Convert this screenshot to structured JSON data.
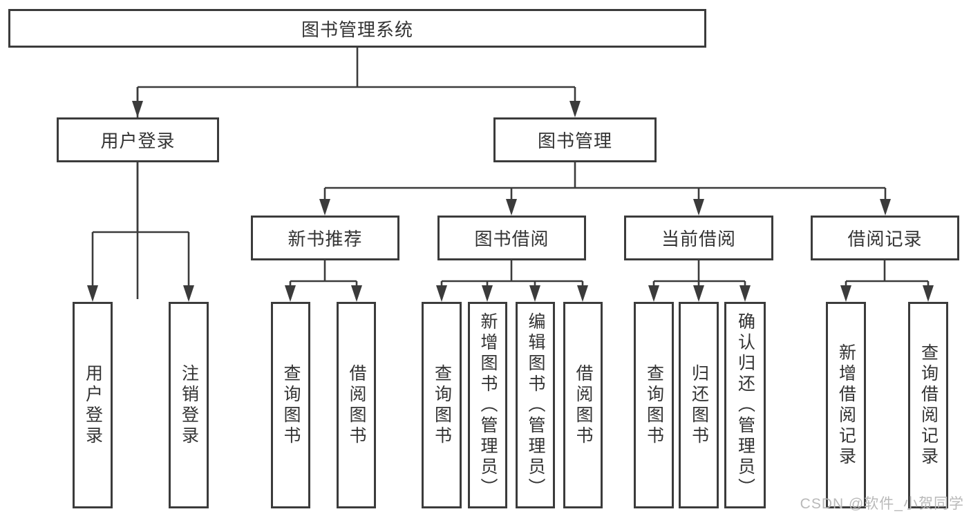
{
  "tree": {
    "label": "图书管理系统",
    "children": [
      {
        "label": "用户登录",
        "children": [
          {
            "label": "用户登录"
          },
          {
            "label": "注销登录"
          }
        ]
      },
      {
        "label": "图书管理",
        "children": [
          {
            "label": "新书推荐",
            "children": [
              {
                "label": "查询图书"
              },
              {
                "label": "借阅图书"
              }
            ]
          },
          {
            "label": "图书借阅",
            "children": [
              {
                "label": "查询图书"
              },
              {
                "label": "新增图书（管理员）"
              },
              {
                "label": "编辑图书（管理员）"
              },
              {
                "label": "借阅图书"
              }
            ]
          },
          {
            "label": "当前借阅",
            "children": [
              {
                "label": "查询图书"
              },
              {
                "label": "归还图书"
              },
              {
                "label": "确认归还（管理员）"
              }
            ]
          },
          {
            "label": "借阅记录",
            "children": [
              {
                "label": "新增借阅记录"
              },
              {
                "label": "查询借阅记录"
              }
            ]
          }
        ]
      }
    ]
  },
  "watermark": {
    "text": "CSDN @软件_小贺同学"
  },
  "colors": {
    "line": "#3b3b3b",
    "text": "#333333",
    "box_fill": "#ffffff",
    "background": "#ffffff",
    "watermark": "#b9b9b9"
  }
}
